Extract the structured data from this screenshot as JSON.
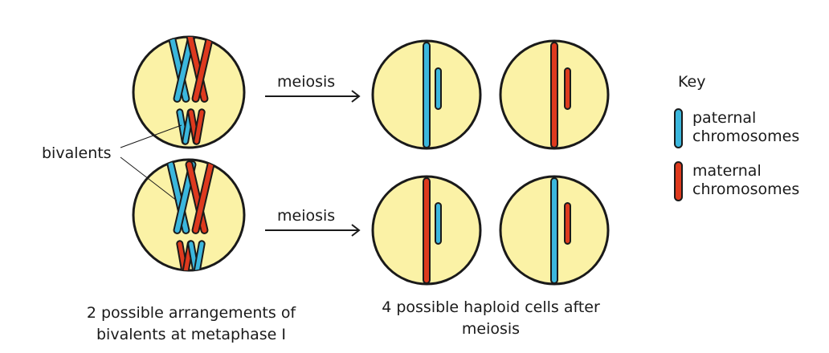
{
  "arrows": {
    "top_label": "meiosis",
    "bottom_label": "meiosis"
  },
  "bivalents_label": "bivalents",
  "key": {
    "title": "Key",
    "paternal_line1": "paternal",
    "paternal_line2": "chromosomes",
    "maternal_line1": "maternal",
    "maternal_line2": "chromosomes"
  },
  "captions": {
    "left_line1": "2 possible arrangements of",
    "left_line2": "bivalents at metaphase I",
    "right_line1": "4 possible haploid cells after",
    "right_line2": "meiosis"
  },
  "colors": {
    "paternal": "#3bb7dd",
    "maternal": "#de3a1e",
    "cell_fill": "#fbf2a6",
    "outline": "#1a1a1a"
  }
}
